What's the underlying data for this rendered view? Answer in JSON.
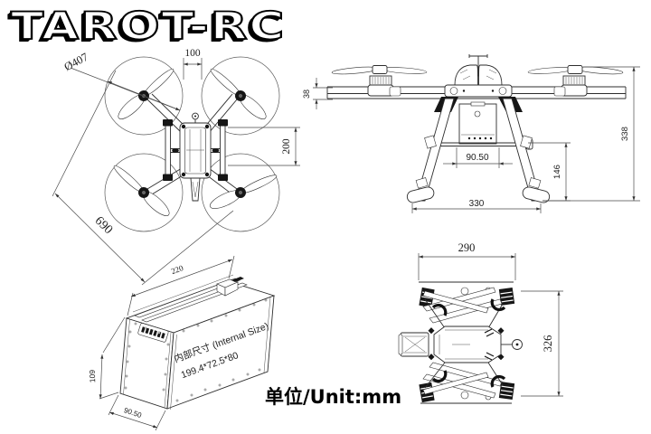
{
  "brand": {
    "logo_text": "TAROT-RC"
  },
  "note": {
    "unit_label": "单位/Unit:mm"
  },
  "colors": {
    "background": "#ffffff",
    "line": "#2e2e2e",
    "dimension_line": "#4a4a4a",
    "logo_fill": "#ffffff",
    "logo_outline": "#000000"
  },
  "views": {
    "top": {
      "description": "top view of unfolded quadcopter",
      "dims": {
        "prop_diameter": "Ø407",
        "center_width": "100",
        "rail_spacing": "200",
        "diagonal_span": "690"
      }
    },
    "front": {
      "description": "front view with landing gear",
      "dims": {
        "arm_tube_height": "38",
        "battery_mount_width": "90.50",
        "leg_height": "146",
        "skid_track": "330",
        "overall_height": "338"
      }
    },
    "battery": {
      "description": "battery case isometric view",
      "label": "内部尺寸 (Internal Size)",
      "size_text": "199.4*72.5*80",
      "dims": {
        "length": "220",
        "height": "109",
        "depth": "90.50"
      }
    },
    "folded": {
      "description": "top view of folded quadcopter",
      "dims": {
        "width": "290",
        "length": "326"
      }
    }
  }
}
